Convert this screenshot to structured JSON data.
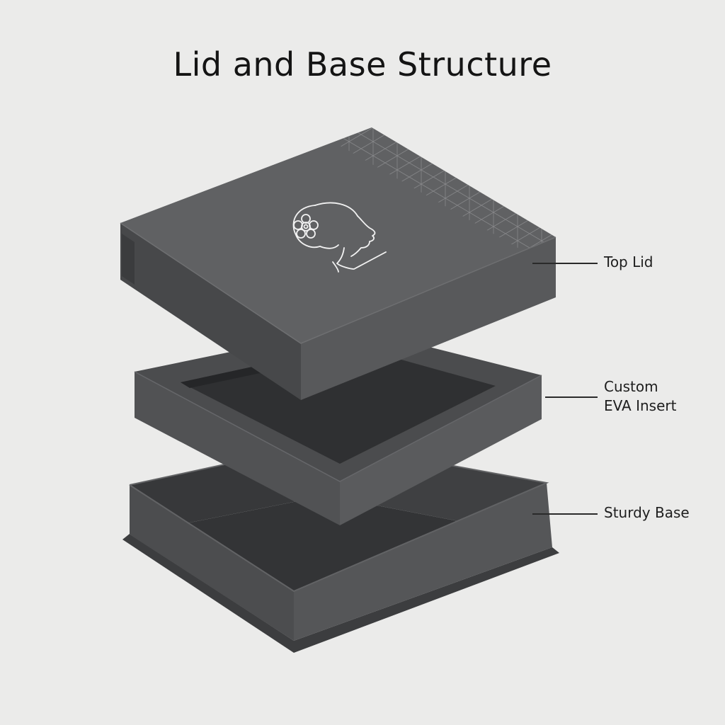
{
  "title": "Lid and Base Structure",
  "callouts": {
    "lid": "Top Lid",
    "insert_line1": "Custom",
    "insert_line2": "EVA Insert",
    "base": "Sturdy Base"
  },
  "colors": {
    "background": "#ebebea",
    "lid_top": "#5e5f61",
    "lid_front": "#545557",
    "lid_side": "#48494b",
    "insert_top": "#4a4b4d",
    "insert_well": "#2e2f31",
    "base_wall": "#4e4f51",
    "base_inside": "#3a3b3d",
    "line_art": "#f2f2f2"
  },
  "icons": {
    "lid_illustration": "woman-profile-with-flower-line-art-icon",
    "lid_pattern": "geometric-cube-pattern"
  }
}
